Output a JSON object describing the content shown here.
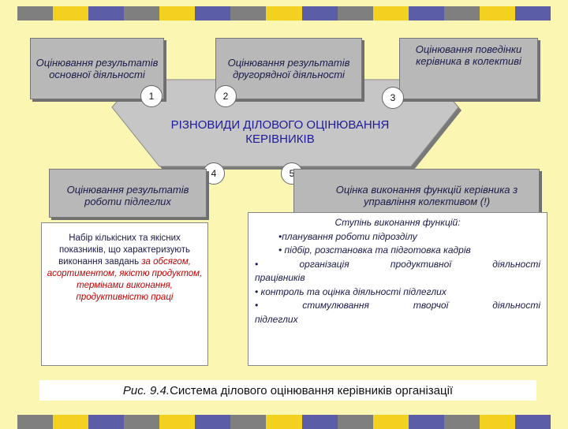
{
  "colors": {
    "stripe": [
      "#7f7f7f",
      "#f3d21f",
      "#5b5ea6",
      "#7f7f7f",
      "#f3d21f",
      "#5b5ea6",
      "#7f7f7f",
      "#f3d21f",
      "#5b5ea6",
      "#7f7f7f",
      "#f3d21f",
      "#5b5ea6",
      "#7f7f7f",
      "#f3d21f",
      "#5b5ea6"
    ],
    "background": "#fbf7b3",
    "box": "#b8b8b8",
    "title": "#1c1c9a",
    "accent": "#c00000"
  },
  "top_boxes": [
    {
      "label": "Оцінювання результатів основної діяльності"
    },
    {
      "label": "Оцінювання результатів другорядної діяльності"
    },
    {
      "label": "Оцінювання поведінки керівника в колективі"
    }
  ],
  "numbers": [
    "1",
    "2",
    "3",
    "4",
    "5"
  ],
  "center_title": "РІЗНОВИДИ ДІЛОВОГО ОЦІНЮВАННЯ КЕРІВНИКІВ",
  "left_box": {
    "label": "Оцінювання результатів роботи підлеглих"
  },
  "right_box": {
    "label": "Оцінка виконання функцій керівника з управління колективом (!)"
  },
  "left_desc": {
    "part1": "Набір кількісних та якісних показників, що характеризують виконання завдань ",
    "part2": "за обсягом, асортиментом, якістю продуктом, термінами виконання, продуктивністю праці"
  },
  "functions": {
    "heading": "Ступінь виконання функцій:",
    "items": [
      "планування роботи підрозділу",
      "підбір, розстановка та підготовка кадрів",
      "організація продуктивної діяльності",
      "працівників",
      "контроль та оцінка діяльності підлеглих",
      "стимулювання творчої діяльності",
      "підлеглих"
    ]
  },
  "caption": {
    "prefix": "Рис. 9.4.",
    "text": " Система ділового оцінювання керівників організації"
  }
}
